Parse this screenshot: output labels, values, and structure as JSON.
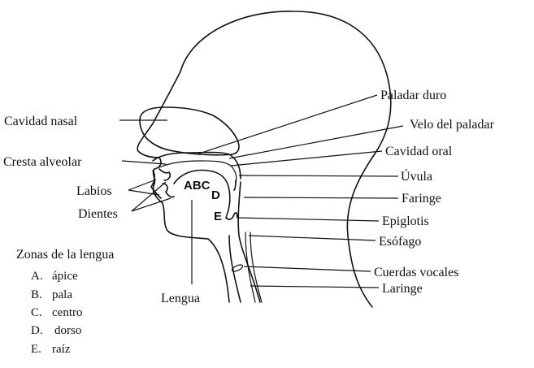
{
  "labels": {
    "cavidad_nasal": "Cavidad nasal",
    "cresta_alveolar": "Cresta alveolar",
    "labios": "Labios",
    "dientes": "Dientes",
    "lengua": "Lengua",
    "paladar_duro": "Paladar duro",
    "velo_del_paladar": "Velo del paladar",
    "cavidad_oral": "Cavidad oral",
    "uvula": "Úvula",
    "faringe": "Faringe",
    "epiglotis": "Epiglotis",
    "esofago": "Esófago",
    "cuerdas_vocales": "Cuerdas vocales",
    "laringe": "Laringe"
  },
  "tongue_letters": {
    "abc": "ABC",
    "d": "D",
    "e": "E"
  },
  "legend": {
    "title": "Zonas de la lengua",
    "items": [
      {
        "key": "A.",
        "value": "ápice"
      },
      {
        "key": "B.",
        "value": "pala"
      },
      {
        "key": "C.",
        "value": "centro"
      },
      {
        "key": "D.",
        "value": "dorso"
      },
      {
        "key": "E.",
        "value": "raíz"
      }
    ]
  }
}
